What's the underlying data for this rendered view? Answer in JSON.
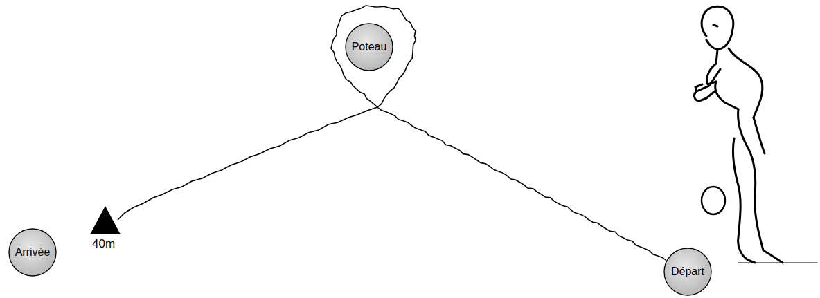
{
  "diagram": {
    "nodes": [
      {
        "text": [
          "Poteau"
        ]
      },
      {
        "text": [
          "Arrivée"
        ]
      },
      {
        "text": [
          "Départ"
        ]
      }
    ],
    "edges": [
      {
        "from": 2,
        "to": 0,
        "arrow": "none"
      }
    ],
    "labels": [
      "40m"
    ]
  }
}
